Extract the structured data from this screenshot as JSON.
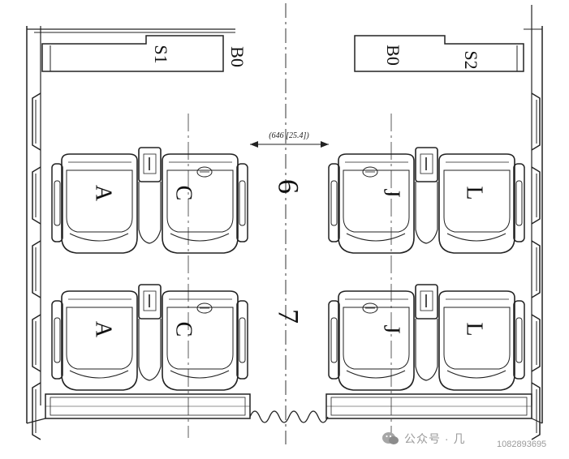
{
  "diagram": {
    "partitions": {
      "left": {
        "code": "S1",
        "ref": "B0"
      },
      "right": {
        "code": "B0",
        "ref": "S2"
      }
    },
    "dimension": {
      "label": "(646 [25.4])"
    },
    "rows": [
      {
        "number": "6",
        "seats": [
          "A",
          "C",
          "J",
          "L"
        ]
      },
      {
        "number": "7",
        "seats": [
          "A",
          "C",
          "J",
          "L"
        ]
      }
    ]
  },
  "watermark": {
    "text": "公众号 · 几",
    "id": "1082893695",
    "colors": {
      "text": "#9a9a9a"
    }
  },
  "colors": {
    "line": "#222222",
    "background": "#ffffff"
  }
}
